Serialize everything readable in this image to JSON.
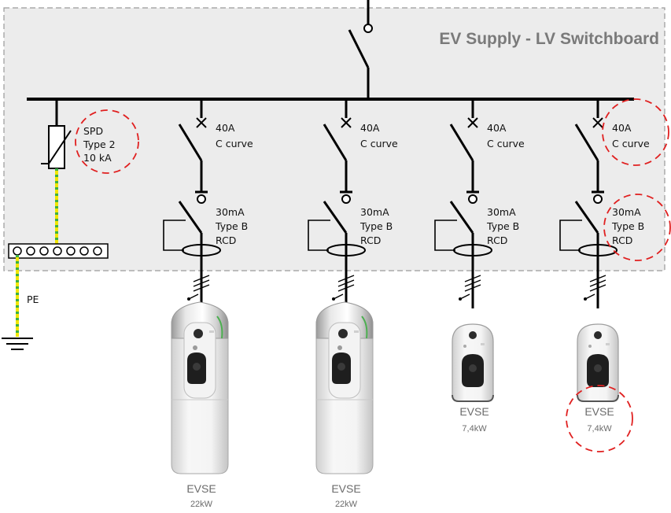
{
  "title": "EV Supply - LV Switchboard",
  "spd": {
    "line1": "SPD",
    "line2": "Type 2",
    "line3": "10 kA"
  },
  "pe_label": "PE",
  "feeders": [
    {
      "breaker_rating": "40A",
      "breaker_curve": "C curve",
      "rcd_sens": "30mA",
      "rcd_type": "Type B",
      "rcd_label": "RCD",
      "evse_label": "EVSE",
      "evse_power": "22kW"
    },
    {
      "breaker_rating": "40A",
      "breaker_curve": "C curve",
      "rcd_sens": "30mA",
      "rcd_type": "Type B",
      "rcd_label": "RCD",
      "evse_label": "EVSE",
      "evse_power": "22kW"
    },
    {
      "breaker_rating": "40A",
      "breaker_curve": "C curve",
      "rcd_sens": "30mA",
      "rcd_type": "Type B",
      "rcd_label": "RCD",
      "evse_label": "EVSE",
      "evse_power": "7,4kW"
    },
    {
      "breaker_rating": "40A",
      "breaker_curve": "C curve",
      "rcd_sens": "30mA",
      "rcd_type": "Type B",
      "rcd_label": "RCD",
      "evse_label": "EVSE",
      "evse_power": "7,4kW"
    }
  ],
  "colors": {
    "highlight": "#e02020",
    "panel": "#ececec",
    "earth_yellow": "#f2e600",
    "earth_green": "#3cb043"
  }
}
